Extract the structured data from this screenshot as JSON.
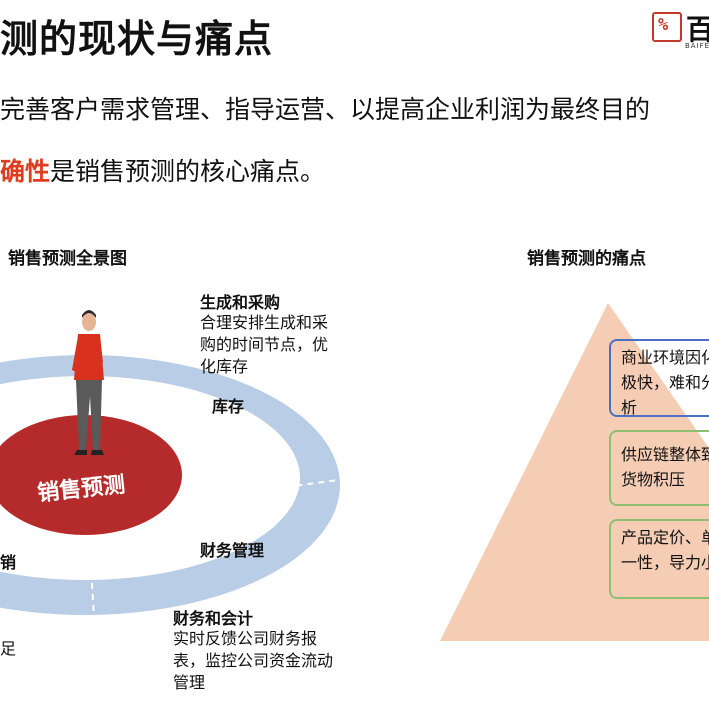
{
  "header": {
    "title": "测的现状与痛点",
    "logo_cn": "百",
    "logo_en": "BAIFE"
  },
  "intro": {
    "line1": "完善客户需求管理、指导运营、以提高企业利润为最终目的",
    "line2_highlight": "确性",
    "line2_rest": "是销售预测的核心痛点。"
  },
  "left_section": {
    "title": "销售预测全景图",
    "center_label": "销售预测",
    "production_title": "生成和采购",
    "production_desc": "合理安排生成和采购的时间节点，优化库存",
    "inventory_label": "库存",
    "finance_label": "财务管理",
    "accounting_title": "财务和会计",
    "accounting_desc": "实时反馈公司财务报表，监控公司资金流动管理",
    "fragment_left_1": "销",
    "fragment_left_2": "足"
  },
  "right_section": {
    "title": "销售预测的痛点",
    "pain_points": [
      "商业环境因化极快，难和分析",
      "供应链整体致货物积压",
      "产品定价、单一性，导力小"
    ]
  },
  "colors": {
    "highlight": "#e03c1f",
    "ring": "#b9cde6",
    "core": "#b52b2b",
    "pyramid": "#f4cdb4",
    "box_blue": "#4a6fc4",
    "box_green": "#8cc070"
  }
}
